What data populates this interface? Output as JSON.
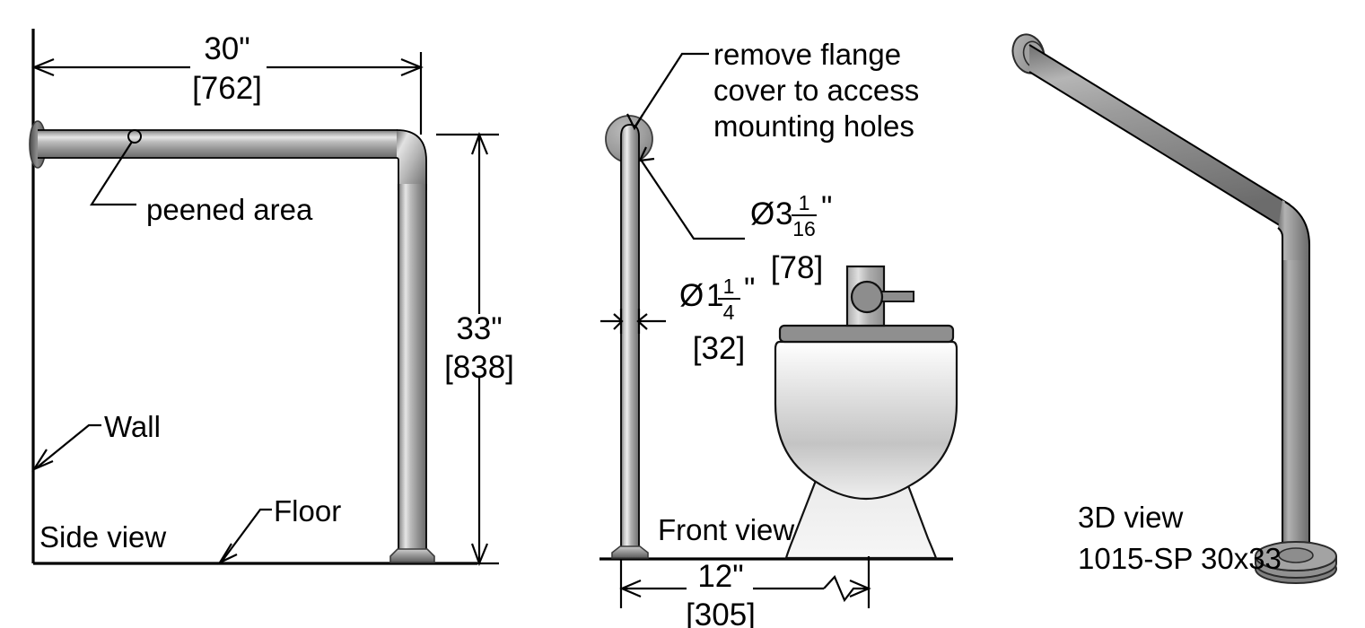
{
  "drawing": {
    "title": "Grab bar installation drawing",
    "background_color": "#ffffff",
    "line_color": "#000000",
    "metal_light": "#e8e8e8",
    "metal_mid": "#9a9a9a",
    "metal_dark": "#5e5e5e"
  },
  "side_view": {
    "label": "Side view",
    "width_dimension": {
      "imperial": "30\"",
      "metric": "[762]"
    },
    "height_dimension": {
      "imperial": "33\"",
      "metric": "[838]"
    },
    "callouts": {
      "peened_area": "peened area",
      "wall": "Wall",
      "floor": "Floor"
    }
  },
  "front_view": {
    "label": "Front view",
    "notes": {
      "flange_note_line1": "remove flange",
      "flange_note_line2": "cover to access",
      "flange_note_line3": "mounting holes"
    },
    "flange_diameter": {
      "symbol": "Ø",
      "whole": "3",
      "numerator": "1",
      "denominator": "16",
      "unit": "\"",
      "metric": "[78]"
    },
    "tube_diameter": {
      "symbol": "Ø",
      "whole": "1",
      "numerator": "1",
      "denominator": "4",
      "unit": "\"",
      "metric": "[32]"
    },
    "offset_dimension": {
      "imperial": "12\"",
      "metric": "[305]"
    }
  },
  "three_d_view": {
    "label": "3D view",
    "model": "1015-SP 30x33"
  }
}
